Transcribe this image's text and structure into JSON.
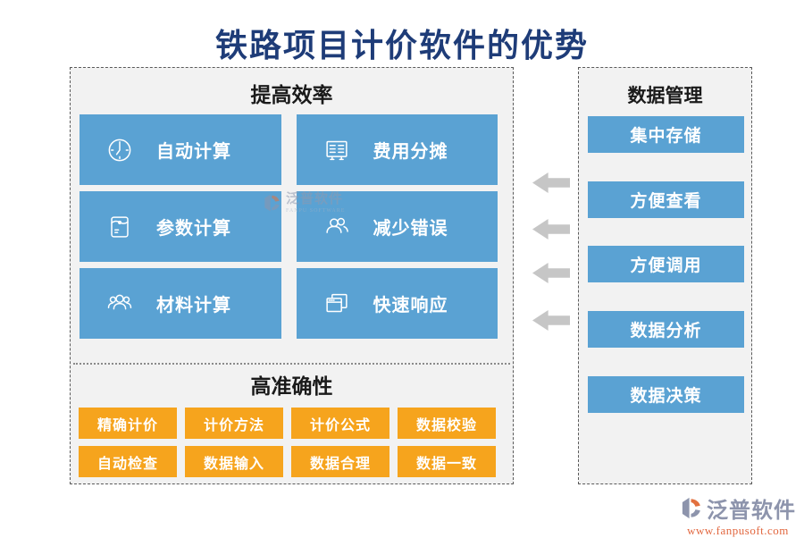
{
  "title": "铁路项目计价软件的优势",
  "left_panel": {
    "efficiency_heading": "提高效率",
    "cards": [
      {
        "label": "自动计算",
        "icon": "clock-icon"
      },
      {
        "label": "费用分摊",
        "icon": "cost-sheet-icon"
      },
      {
        "label": "参数计算",
        "icon": "document-pouch-icon"
      },
      {
        "label": "减少错误",
        "icon": "two-people-icon"
      },
      {
        "label": "材料计算",
        "icon": "group-people-icon"
      },
      {
        "label": "快速响应",
        "icon": "stacked-windows-icon"
      }
    ],
    "accuracy_heading": "高准确性",
    "accuracy_buttons": [
      "精确计价",
      "计价方法",
      "计价公式",
      "数据校验",
      "自动检查",
      "数据输入",
      "数据合理",
      "数据一致"
    ]
  },
  "right_panel": {
    "heading": "数据管理",
    "buttons": [
      "集中存储",
      "方便查看",
      "方便调用",
      "数据分析",
      "数据决策"
    ]
  },
  "watermark": {
    "name": "泛普软件",
    "subname": "FANPU SOFTWARE"
  },
  "footer": {
    "brand": "泛普软件",
    "website": "www.fanpusoft.com"
  },
  "colors": {
    "card_blue": "#5aa2d3",
    "accent_orange": "#f6a41d",
    "title_navy": "#1e3c78",
    "arrow_gray": "#c6c6c6",
    "panel_bg": "#f2f2f2",
    "brand_gray": "#8d94ac",
    "brand_orange": "#e2673f"
  }
}
